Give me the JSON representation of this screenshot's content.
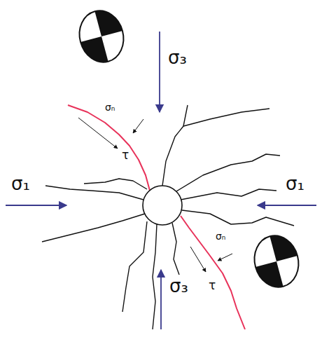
{
  "diagram": {
    "labels": [
      "σ₃",
      "σₙ",
      "τ",
      "σ₁",
      "σ₁",
      "σₙ",
      "τ",
      "σ₃"
    ]
  }
}
